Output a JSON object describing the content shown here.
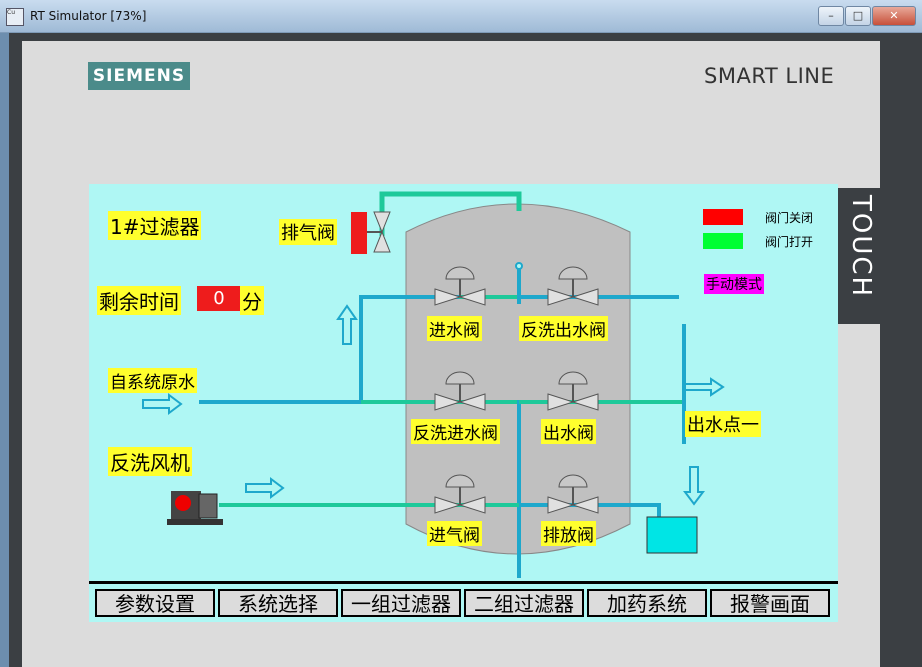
{
  "window": {
    "title": "RT Simulator [73%]",
    "icon_text": "Cu"
  },
  "device": {
    "brand": "SIEMENS",
    "model": "SMART LINE",
    "touch_label": "TOUCH"
  },
  "panel": {
    "filter_title": "1#过滤器",
    "remaining_label": "剩余时间",
    "remaining_value": "0",
    "remaining_unit": "分",
    "raw_water_label": "自系统原水",
    "blower_label": "反洗风机",
    "exhaust_valve_label": "排气阀",
    "outlet_label": "出水点一",
    "mode_label": "手动模式",
    "legend": [
      {
        "label": "阀门关闭",
        "color": "#ff0000"
      },
      {
        "label": "阀门打开",
        "color": "#00ff33"
      }
    ],
    "valves": [
      {
        "label": "进水阀"
      },
      {
        "label": "反洗出水阀"
      },
      {
        "label": "反洗进水阀"
      },
      {
        "label": "出水阀"
      },
      {
        "label": "进气阀"
      },
      {
        "label": "排放阀"
      }
    ]
  },
  "nav": [
    "参数设置",
    "系统选择",
    "一组过滤器",
    "二组过滤器",
    "加药系统",
    "报警画面"
  ],
  "colors": {
    "screen_bg": "#aff7f4",
    "label_bg": "#ffff2d",
    "pipe": "#1ea8cc",
    "pipe_green": "#1ec99a",
    "tank": "#c0c0c0",
    "mode_bg": "#ff00ff"
  }
}
